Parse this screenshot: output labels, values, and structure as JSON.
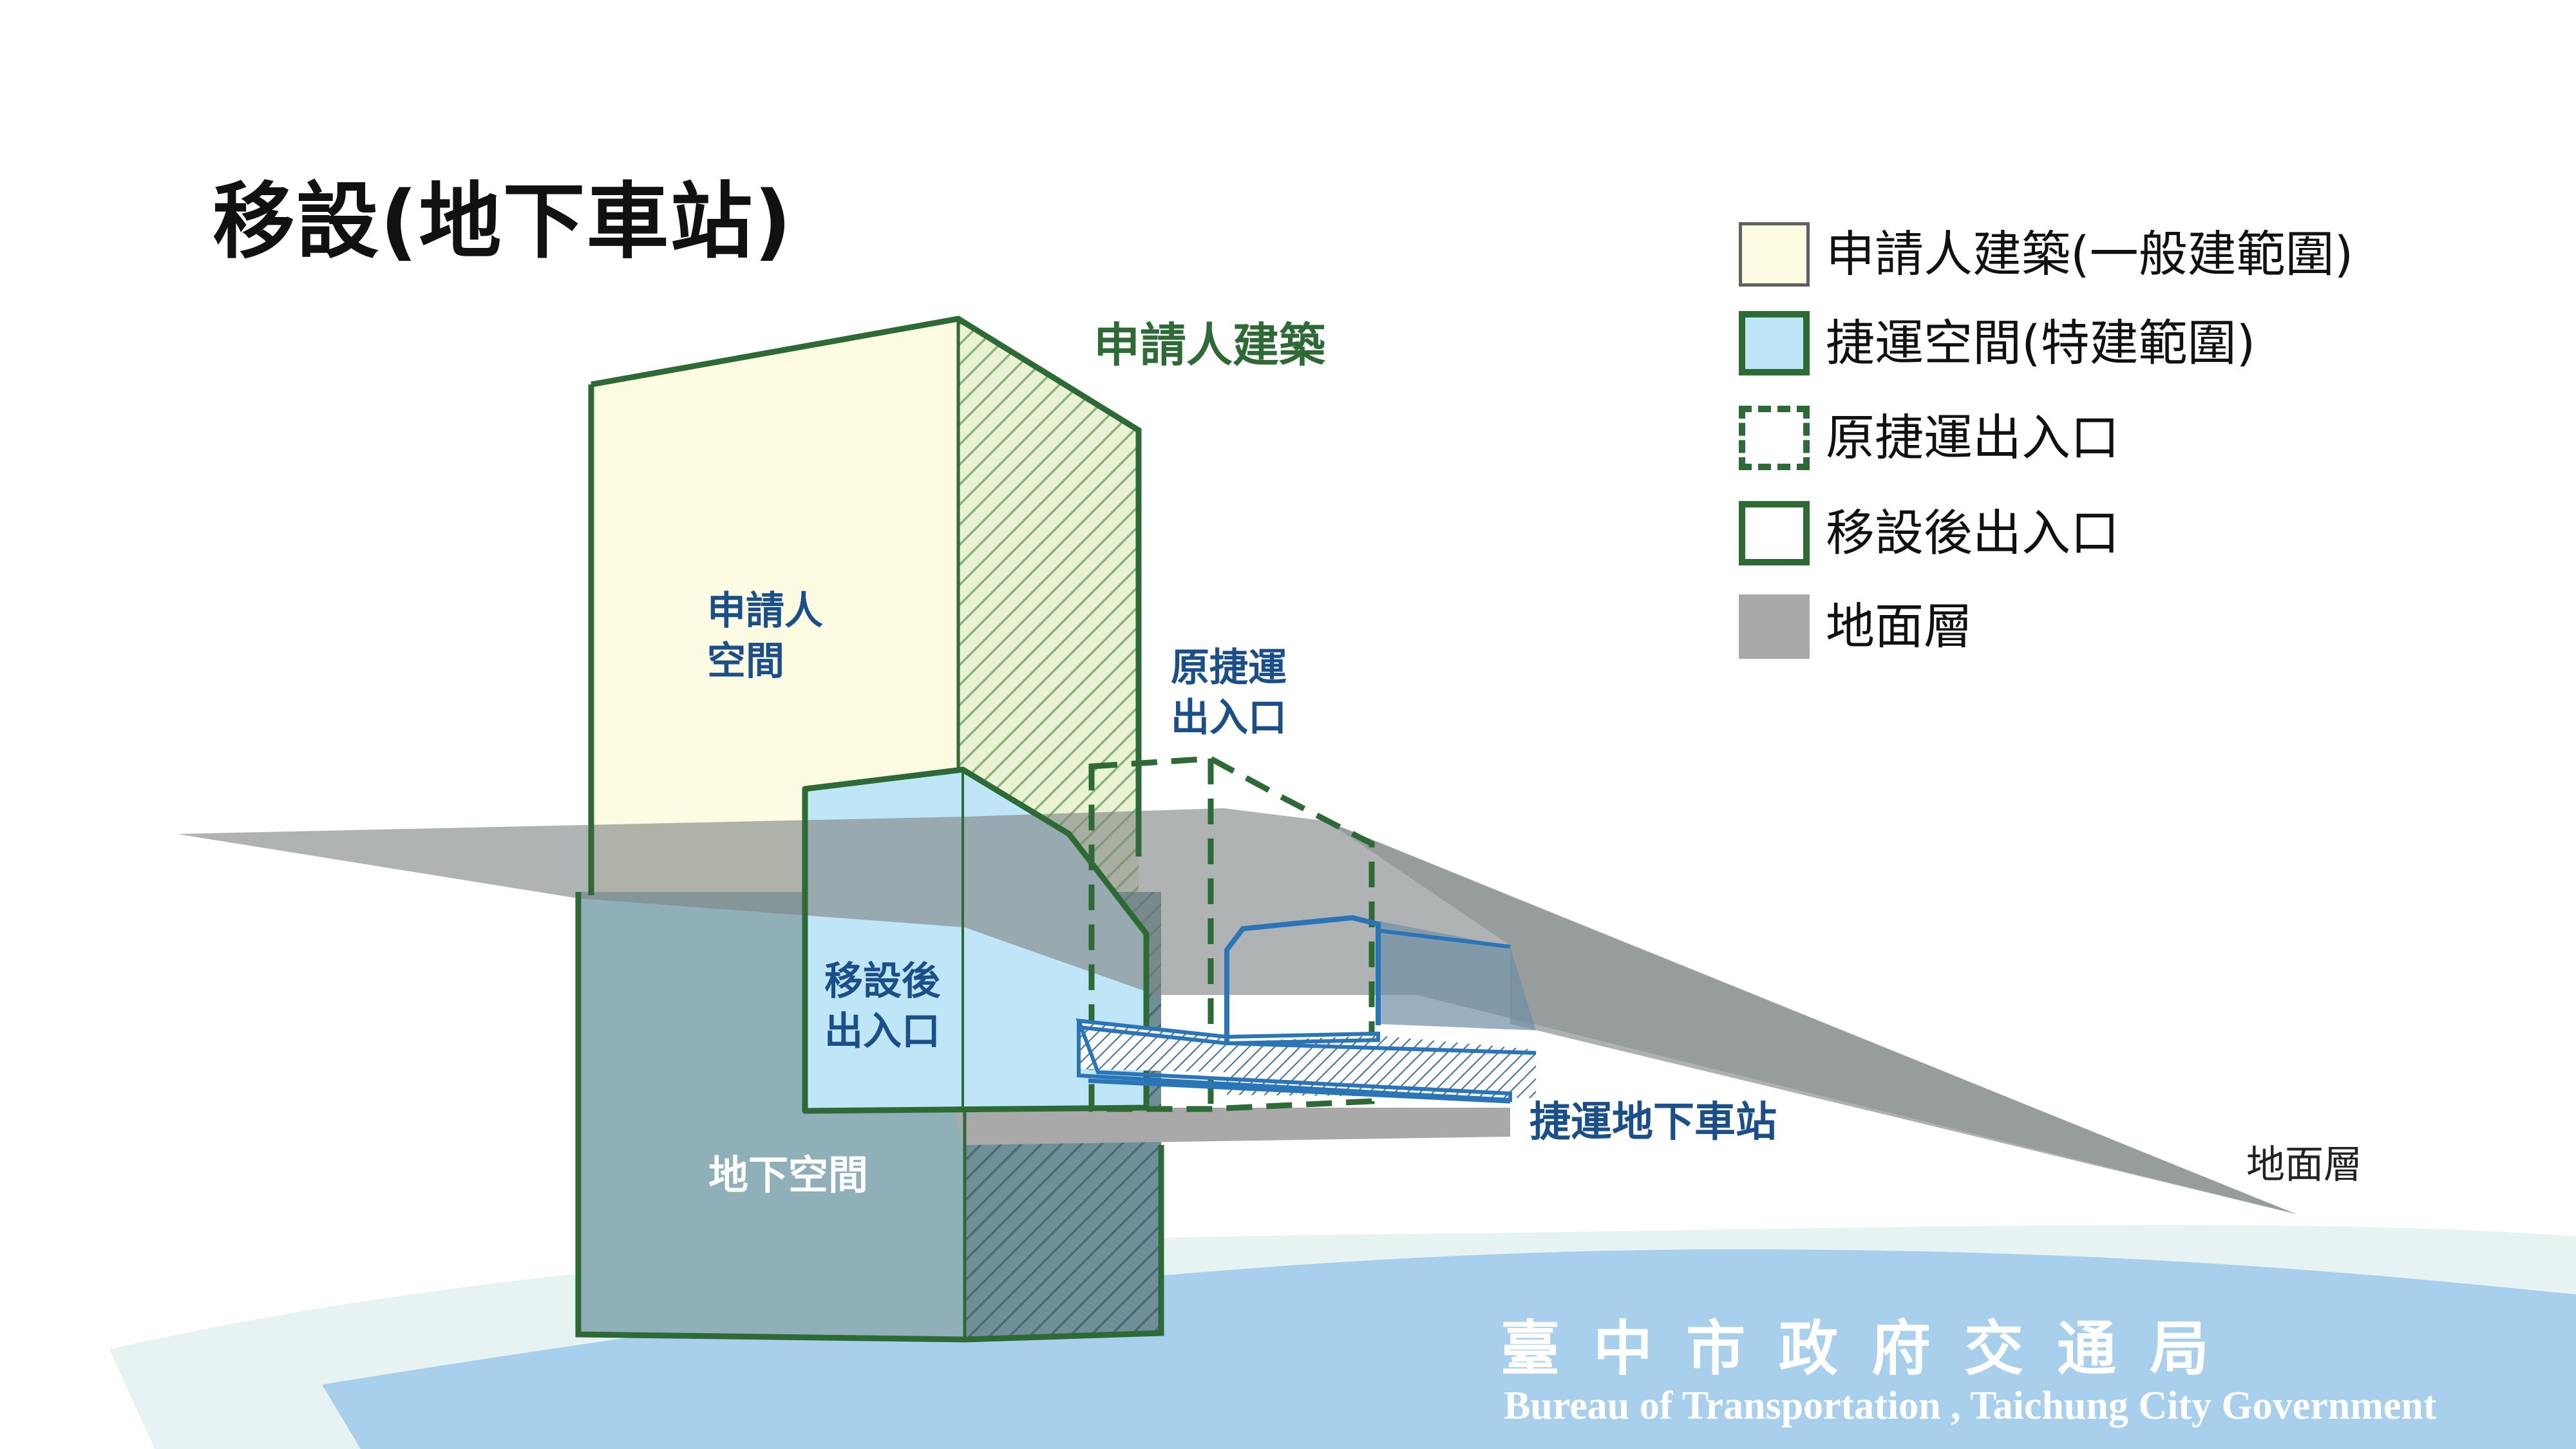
{
  "title": "移設(地下車站)",
  "legend": [
    {
      "label": "申請人建築(一般建範圍)",
      "swatch": "applicant-building",
      "icon": "cream-filled-box",
      "fill": "#fdfce3",
      "stroke": "#606060",
      "dashed": false
    },
    {
      "label": "捷運空間(特建範圍)",
      "swatch": "mrt-space",
      "icon": "light-blue-box-green-border",
      "fill": "#bfe6f7",
      "stroke": "#2e6a36",
      "dashed": false
    },
    {
      "label": "原捷運出入口",
      "swatch": "original-entrance",
      "icon": "dashed-green-box",
      "fill": "#ffffff",
      "stroke": "#2e6a36",
      "dashed": true
    },
    {
      "label": "移設後出入口",
      "swatch": "relocated-entrance",
      "icon": "solid-green-box",
      "fill": "#ffffff",
      "stroke": "#2e6a36",
      "dashed": false
    },
    {
      "label": "地面層",
      "swatch": "ground-level",
      "icon": "gray-box",
      "fill": "#a9a9a9",
      "stroke": "#a9a9a9",
      "dashed": false
    }
  ],
  "labels": {
    "applicant_building": "申請人建築",
    "applicant_space_line1": "申請人",
    "applicant_space_line2": "空間",
    "original_entrance_line1": "原捷運",
    "original_entrance_line2": "出入口",
    "relocated_entrance_line1": "移設後",
    "relocated_entrance_line2": "出入口",
    "underground_space": "地下空間",
    "mrt_station": "捷運地下車站",
    "ground_level": "地面層"
  },
  "footer": {
    "org_cn": "臺中市政府交通局",
    "org_en": "Bureau of Transportation , Taichung City Government"
  },
  "colors": {
    "green_line": "#2e6a36",
    "blue_line": "#2a74b8",
    "label_blue": "#1b4f8a",
    "ground_gray": "#a9a9a9",
    "cream": "#fdfce3",
    "mrt_blue": "#bfe6f7",
    "underground": "#8fb0b8",
    "wave_blue": "#a8cfec"
  }
}
